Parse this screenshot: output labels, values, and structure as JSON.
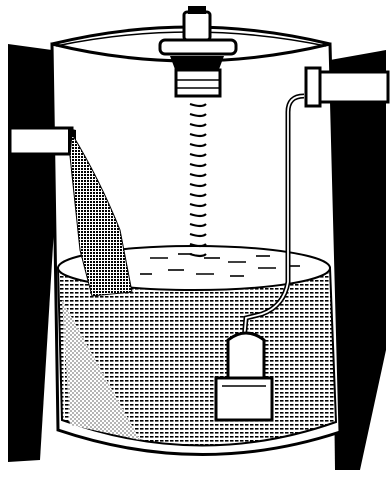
{
  "diagram": {
    "subject": "tank-with-level-transmitter",
    "components": [
      {
        "name": "ultrasonic-level-transmitter"
      },
      {
        "name": "sound-wave"
      },
      {
        "name": "inlet-pipe"
      },
      {
        "name": "outlet-pipe"
      },
      {
        "name": "submersible-pump"
      },
      {
        "name": "liquid"
      },
      {
        "name": "tank"
      }
    ],
    "colors": {
      "ink": "#000000",
      "paper": "#ffffff"
    }
  }
}
